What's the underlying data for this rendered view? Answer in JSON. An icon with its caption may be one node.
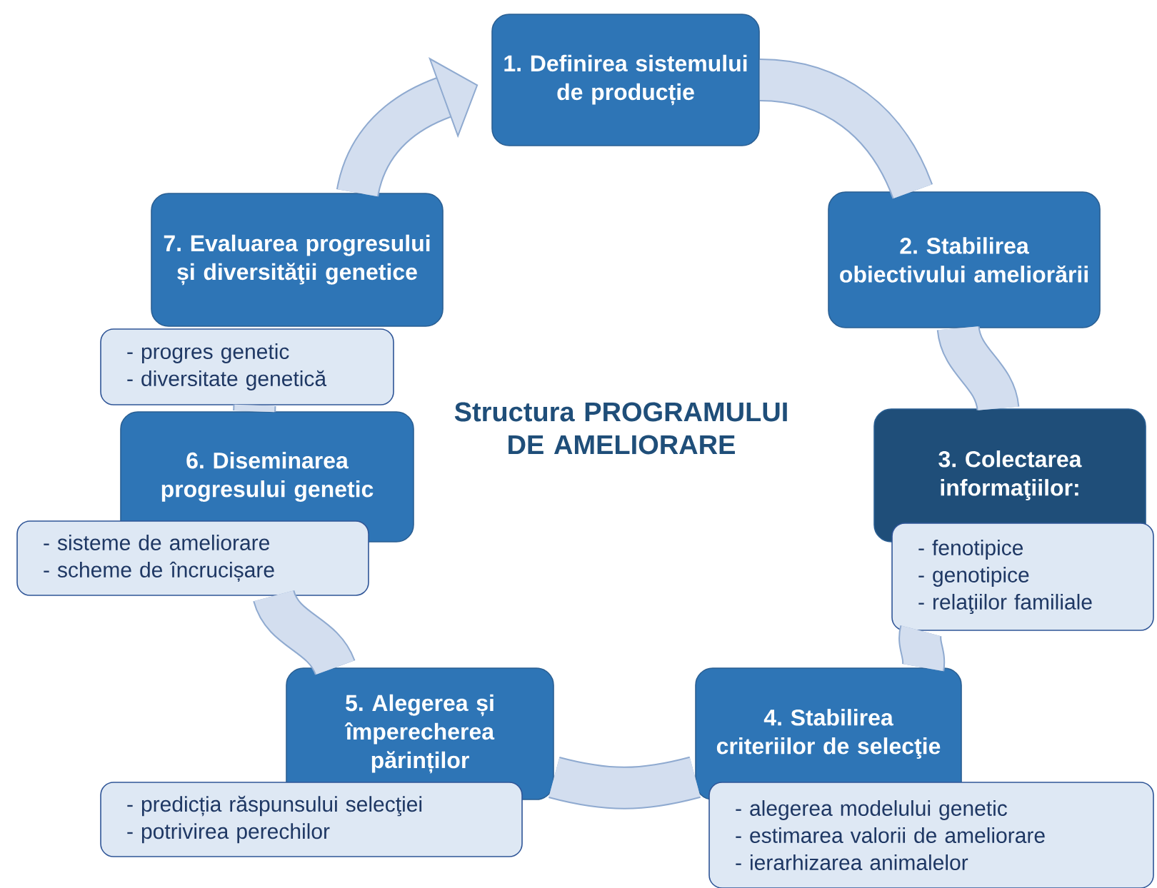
{
  "diagram": {
    "title": "Structura PROGRAMULUI DE AMELIORARE",
    "nodes": [
      {
        "text": [
          "1. Definirea sistemului de producție"
        ]
      },
      {
        "text": [
          "2. Stabilirea obiectivului ameliorării"
        ]
      },
      {
        "text": [
          "3. Colectarea informaţiilor:"
        ]
      },
      {
        "text": [
          "- fenotipice",
          "- genotipice",
          "- relaţiilor familiale"
        ]
      },
      {
        "text": [
          "4. Stabilirea criteriilor de selecţie"
        ]
      },
      {
        "text": [
          "- alegerea modelului genetic",
          "- estimarea valorii de ameliorare",
          "- ierarhizarea animalelor"
        ]
      },
      {
        "text": [
          "5. Alegerea și împerecherea părinților"
        ]
      },
      {
        "text": [
          "- predicția răspunsului selecţiei",
          "- potrivirea perechilor"
        ]
      },
      {
        "text": [
          "6. Diseminarea progresului genetic"
        ]
      },
      {
        "text": [
          "- sisteme de ameliorare",
          "- scheme de încrucișare"
        ]
      },
      {
        "text": [
          "7. Evaluarea progresului și diversităţii genetice"
        ]
      },
      {
        "text": [
          "- progres genetic",
          "- diversitate genetică"
        ]
      }
    ],
    "edges": [
      {
        "from": 0,
        "to": 1,
        "arrow": "none"
      },
      {
        "from": 1,
        "to": 2,
        "arrow": "none"
      },
      {
        "from": 3,
        "to": 4,
        "arrow": "none"
      },
      {
        "from": 4,
        "to": 6,
        "arrow": "none"
      },
      {
        "from": 6,
        "to": 9,
        "arrow": "none"
      },
      {
        "from": 8,
        "to": 11,
        "arrow": "none"
      },
      {
        "from": 10,
        "to": 0,
        "arrow": "to"
      }
    ]
  }
}
